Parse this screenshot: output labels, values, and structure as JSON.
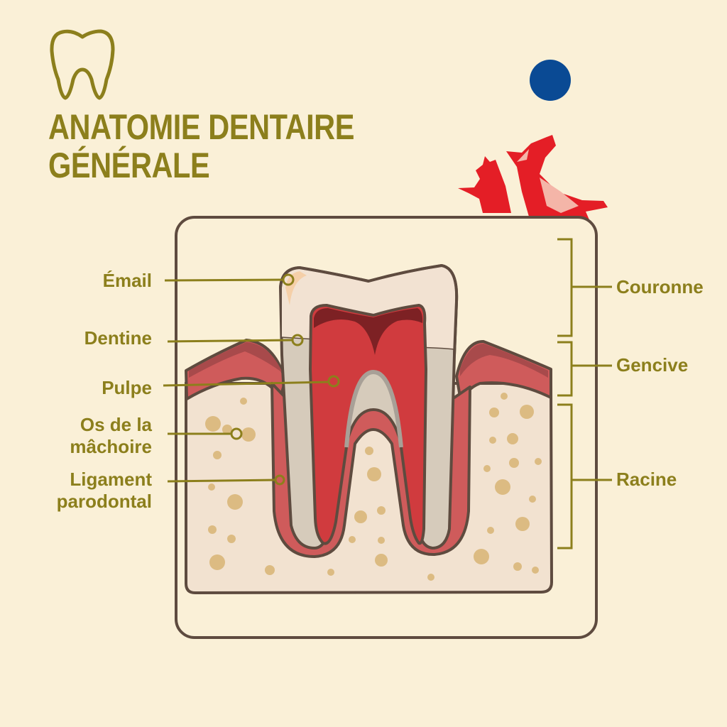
{
  "title": {
    "line1": "ANATOMIE DENTAIRE",
    "line2": "GÉNÉRALE"
  },
  "labels_left": {
    "email": "Émail",
    "dentine": "Dentine",
    "pulpe": "Pulpe",
    "os_line1": "Os de la",
    "os_line2": "mâchoire",
    "ligament_line1": "Ligament",
    "ligament_line2": "parodontal"
  },
  "labels_right": {
    "couronne": "Couronne",
    "gencive": "Gencive",
    "racine": "Racine"
  },
  "colors": {
    "accent": "#8c7f1c",
    "background": "#faf0d7",
    "logo_blue": "#0a4a94",
    "logo_red": "#e41e26"
  }
}
